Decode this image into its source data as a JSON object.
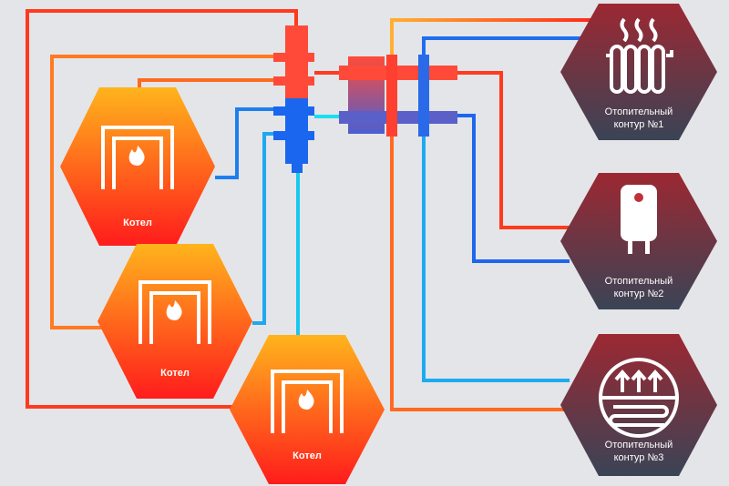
{
  "boilers": [
    {
      "label": "Котел"
    },
    {
      "label": "Котел"
    },
    {
      "label": "Котел"
    }
  ],
  "circuits": [
    {
      "line1": "Отопительный",
      "line2": "контур  №1",
      "icon": "radiator-icon"
    },
    {
      "line1": "Отопительный",
      "line2": "контур  №2",
      "icon": "water-heater-icon"
    },
    {
      "line1": "Отопительный",
      "line2": "контур  №3",
      "icon": "floor-heating-icon"
    }
  ],
  "colors": {
    "hot": "#ff3322",
    "warm": "#ff8a1a",
    "cold": "#1a66ee",
    "cyan": "#19c8f0",
    "boiler_top": "#ffb21a",
    "boiler_bottom": "#ff1e1e",
    "circuit_top": "#9a2a33",
    "circuit_bottom": "#3c4556"
  }
}
